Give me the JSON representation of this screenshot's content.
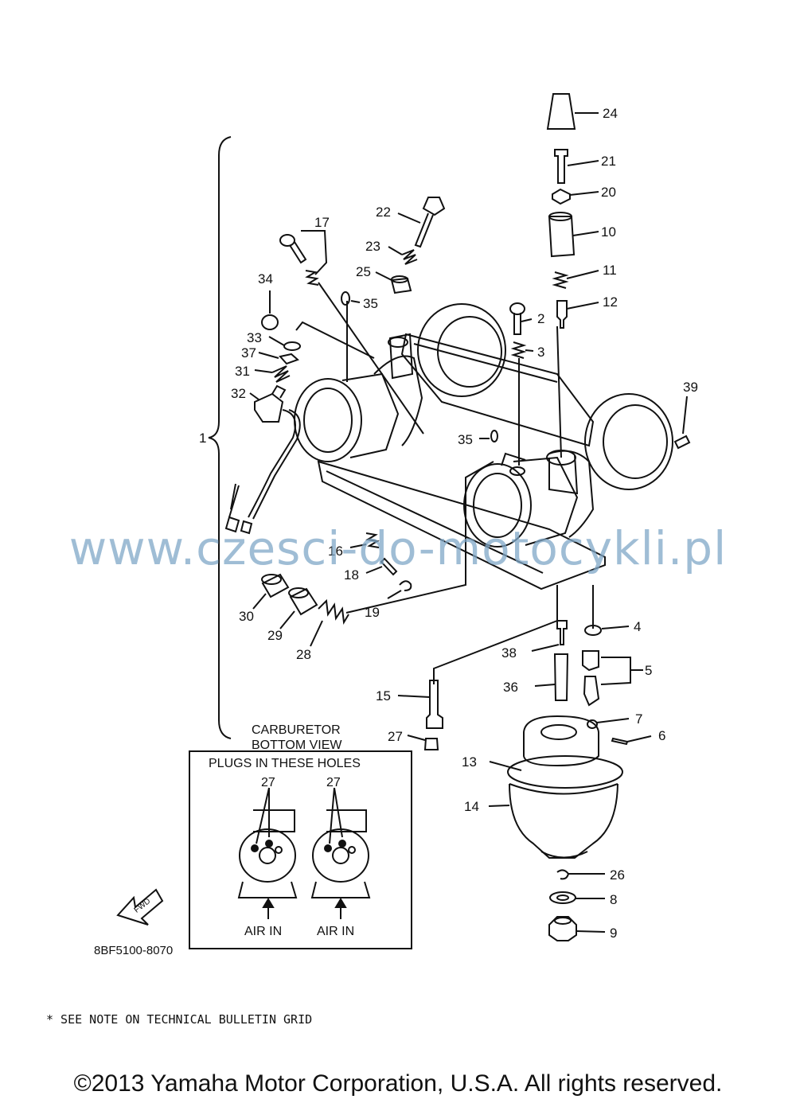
{
  "callouts": {
    "c1": "1",
    "c2": "2",
    "c3": "3",
    "c4": "4",
    "c5": "5",
    "c6": "6",
    "c7": "7",
    "c8": "8",
    "c9": "9",
    "c10": "10",
    "c11": "11",
    "c12": "12",
    "c13": "13",
    "c14": "14",
    "c15": "15",
    "c16": "16",
    "c17": "17",
    "c18": "18",
    "c19": "19",
    "c20": "20",
    "c21": "21",
    "c22": "22",
    "c23": "23",
    "c24": "24",
    "c25": "25",
    "c26": "26",
    "c27": "27",
    "c28": "28",
    "c29": "29",
    "c30": "30",
    "c31": "31",
    "c32": "32",
    "c33": "33",
    "c34": "34",
    "c35": "35",
    "c36": "36",
    "c37": "37",
    "c38": "38",
    "c39": "39"
  },
  "bottom_view": {
    "title_line1": "CARBURETOR",
    "title_line2": "BOTTOM VIEW",
    "box_title": "PLUGS IN THESE HOLES",
    "label_left": "27",
    "label_right": "27",
    "air_left": "AIR IN",
    "air_right": "AIR IN"
  },
  "fwd_label": "FWD",
  "part_number": "8BF5100-8070",
  "watermark": "www.czesci-do-motocykli.pl",
  "footnote": "*   SEE NOTE ON TECHNICAL BULLETIN GRID",
  "copyright": "©2013 Yamaha Motor Corporation, U.S.A. All rights reserved."
}
